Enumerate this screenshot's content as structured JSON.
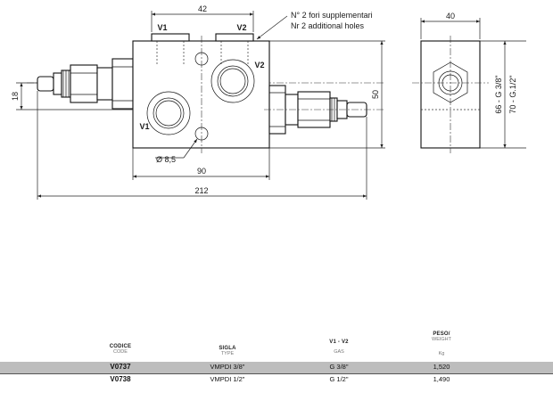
{
  "drawing": {
    "dimensions": {
      "top_width": "42",
      "right_width": "40",
      "port_height": "18",
      "body_height": "50",
      "body_width": "90",
      "overall_length": "212",
      "hole_diameter": "Ø 8,5",
      "height_g38": "66 - G 3/8\"",
      "height_g12": "70 - G.1/2\""
    },
    "labels": {
      "v1_top": "V1",
      "v2_top": "V2",
      "v2_port": "V2",
      "v1_port": "V1"
    },
    "note": {
      "line1": "N° 2 fori supplementari",
      "line2": "Nr 2 additional holes"
    }
  },
  "table": {
    "headers": {
      "code": {
        "main": "CODICE",
        "sub": "CODE"
      },
      "type": {
        "main": "SIGLA",
        "sub": "TYPE"
      },
      "gas": {
        "main": "V1 - V2",
        "sub": "GAS"
      },
      "weight": {
        "main": "PESO/",
        "main2": "WEIGHT",
        "sub": "Kg"
      }
    },
    "rows": [
      {
        "code": "V0737",
        "type": "VMPDI 3/8\"",
        "gas": "G 3/8\"",
        "weight": "1,520"
      },
      {
        "code": "V0738",
        "type": "VMPDI 1/2\"",
        "gas": "G 1/2\"",
        "weight": "1,490"
      }
    ]
  }
}
